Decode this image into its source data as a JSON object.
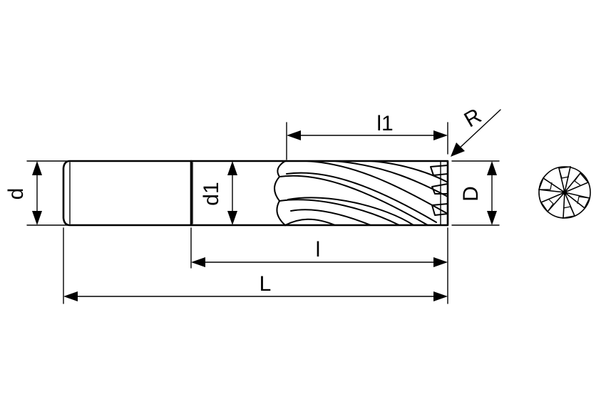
{
  "diagram": {
    "labels": {
      "d": "d",
      "d1": "d1",
      "D": "D",
      "l1": "l1",
      "l": "l",
      "L": "L",
      "R": "R"
    },
    "colors": {
      "ink": "#000000",
      "background": "#ffffff"
    }
  }
}
